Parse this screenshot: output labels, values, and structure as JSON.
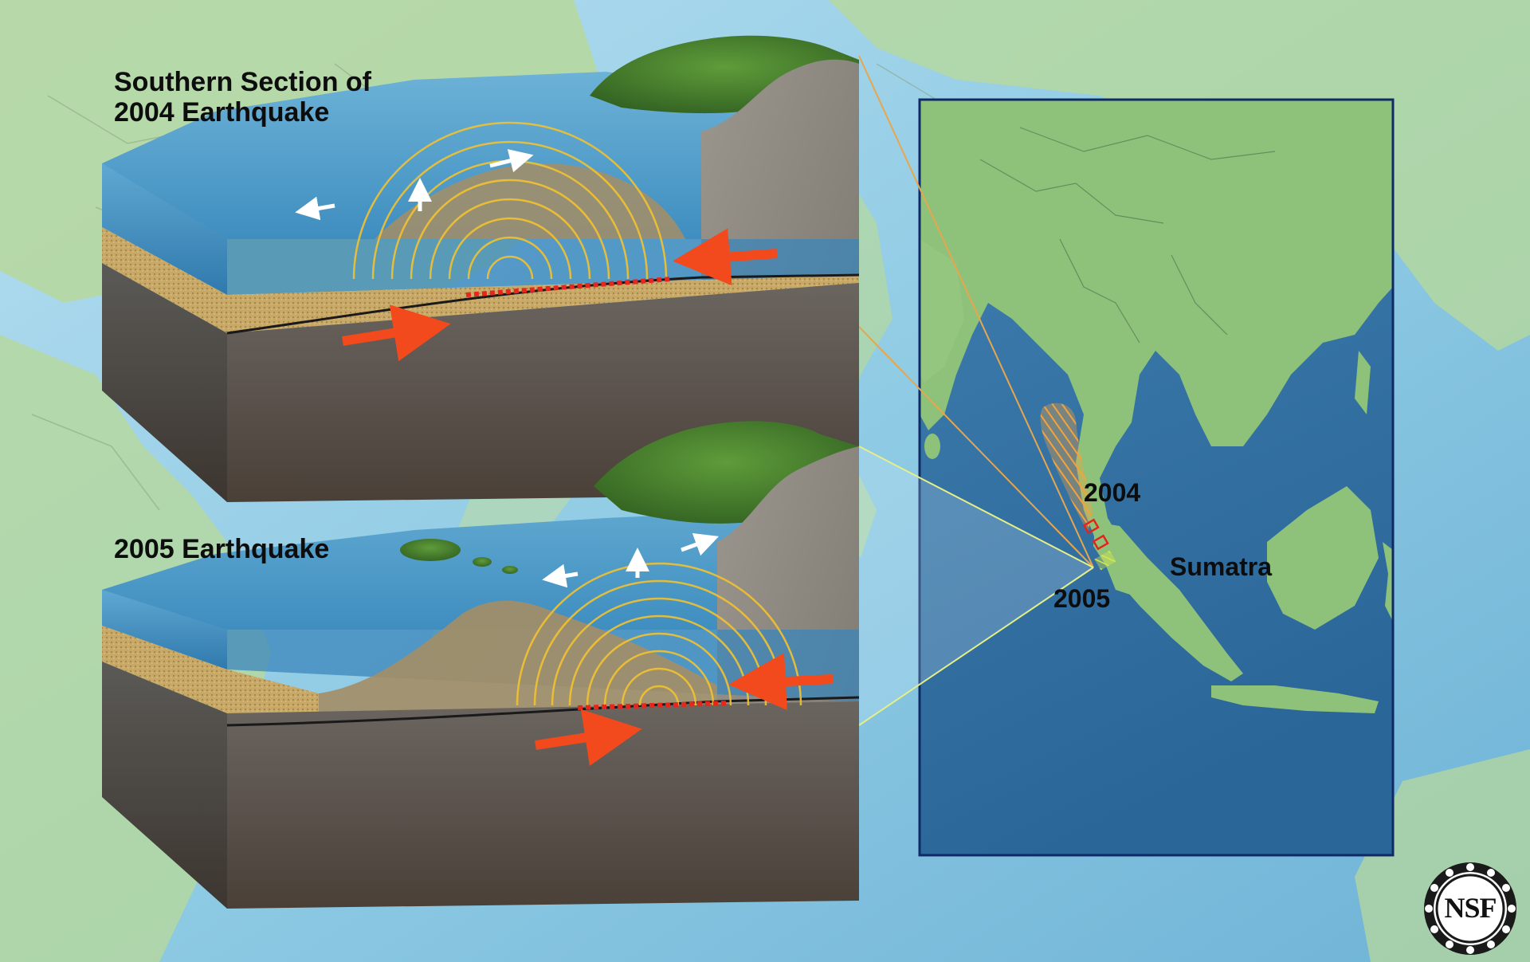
{
  "figure": {
    "top_panel_title_line1": "Southern Section of",
    "top_panel_title_line2": "2004 Earthquake",
    "bottom_panel_title": "2005 Earthquake",
    "map_label_2004": "2004",
    "map_label_2005": "2005",
    "map_label_region": "Sumatra",
    "logo_text": "NSF"
  },
  "icons": [
    "motion-arrow-icon",
    "uplift-arrow-icon",
    "nsf-logo-icon"
  ],
  "colors": {
    "ocean_light": "#9fd2e6",
    "ocean_deep": "#2f6f9e",
    "land": "#a8cf8a",
    "map_frame": "#0f2a66",
    "plate_arrow": "#f24a1d",
    "rupture_dots": "#e8261c",
    "wave_rings": "#f2c230",
    "water_arrow": "#ffffff",
    "rupture_zone_2004": "#f4a23c",
    "rupture_zone_2005": "#d6e84a",
    "callout_top": "#e8a64c",
    "callout_bottom": "#e7ef7a"
  }
}
